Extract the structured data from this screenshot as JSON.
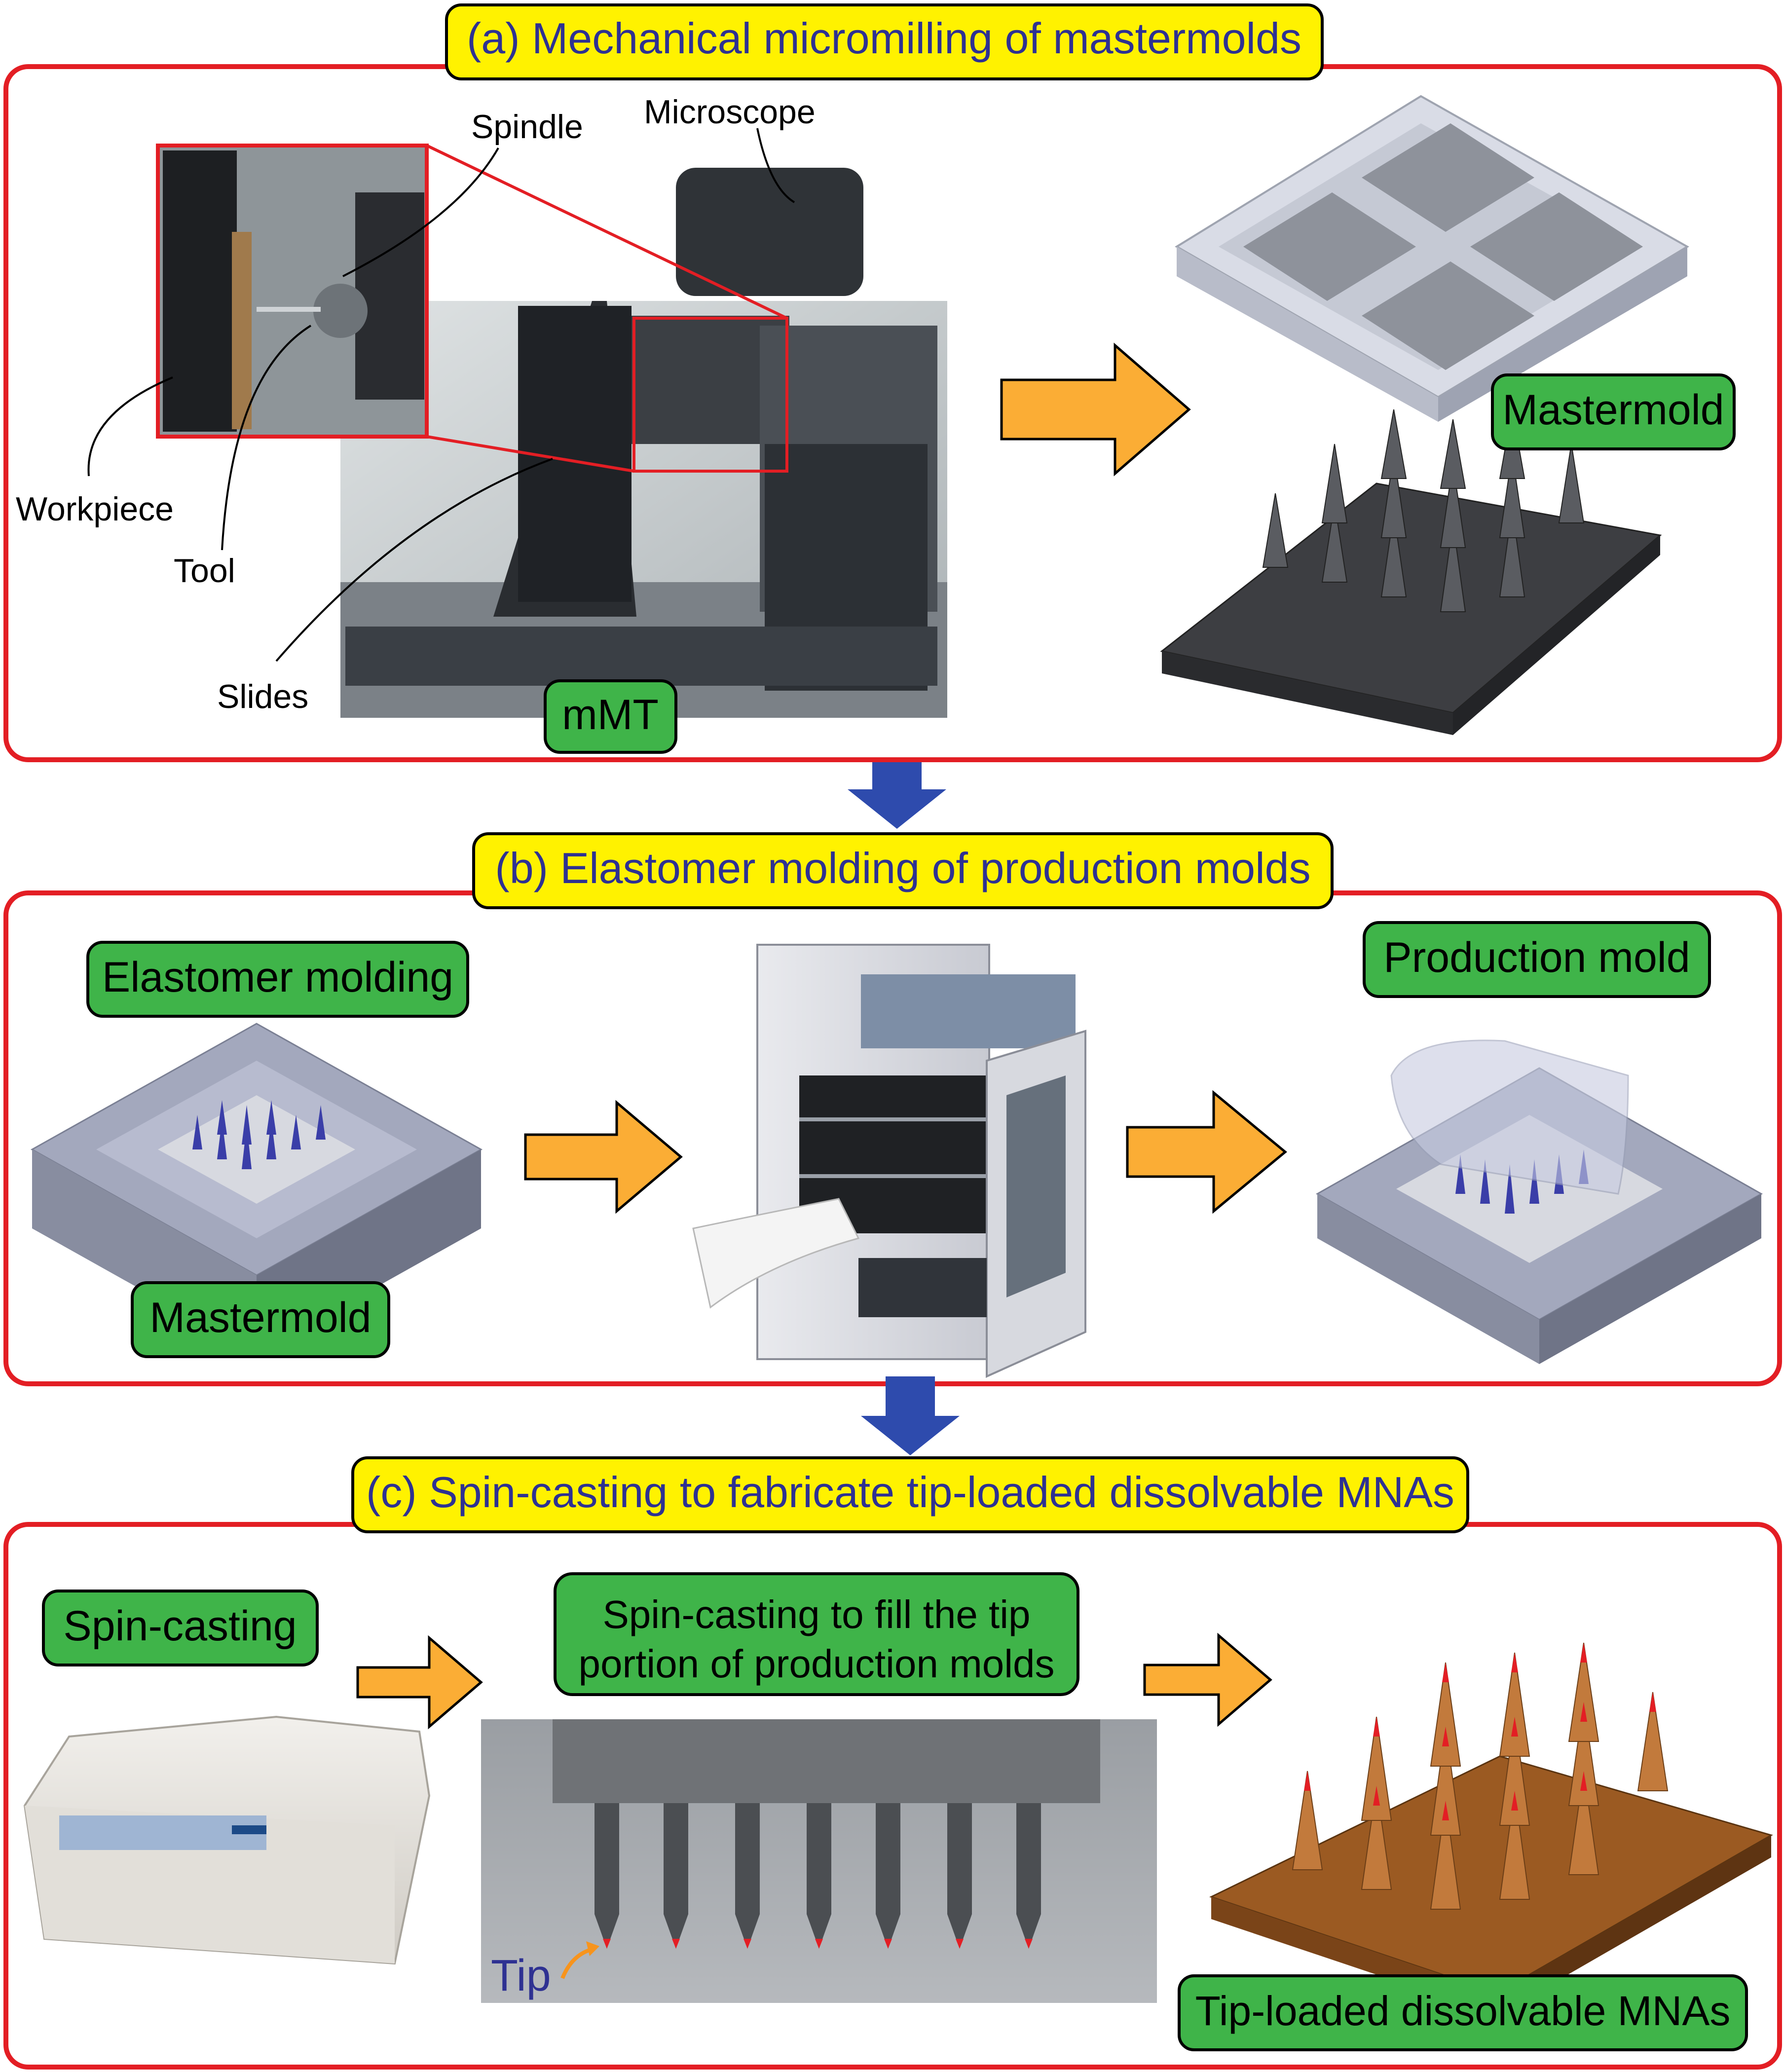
{
  "sections": {
    "a": {
      "title": "(a) Mechanical micromilling of mastermolds",
      "callouts": {
        "spindle": "Spindle",
        "microscope": "Microscope",
        "workpiece": "Workpiece",
        "tool": "Tool",
        "slides": "Slides"
      },
      "badges": {
        "mmt": "mMT",
        "mastermold": "Mastermold"
      }
    },
    "b": {
      "title": "(b) Elastomer molding of production molds",
      "badges": {
        "elastomer_molding": "Elastomer molding",
        "production_mold": "Production mold",
        "mastermold": "Mastermold"
      }
    },
    "c": {
      "title": "(c) Spin-casting to fabricate tip-loaded dissolvable MNAs",
      "badges": {
        "spin_casting": "Spin-casting",
        "fill_line1": "Spin-casting to fill the tip",
        "fill_line2": "portion of production molds",
        "tip_loaded": "Tip-loaded dissolvable MNAs"
      },
      "tip_label": "Tip"
    }
  },
  "colors": {
    "panel_border": "#e31e24",
    "title_fill": "#fff200",
    "title_text": "#2e3192",
    "badge_fill": "#3fb449",
    "flow_arrow": "#fbad35",
    "down_arrow": "#2e4bad"
  }
}
